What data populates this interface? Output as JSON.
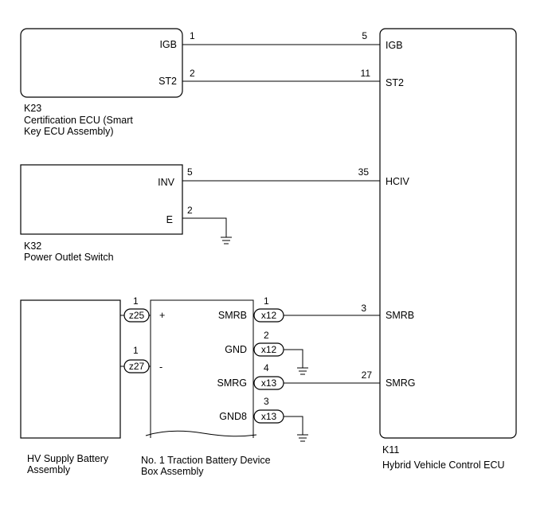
{
  "components": {
    "k23": {
      "code": "K23",
      "name_line1": "Certification ECU (Smart",
      "name_line2": "Key ECU Assembly)",
      "terminals": [
        "IGB",
        "ST2"
      ]
    },
    "k32": {
      "code": "K32",
      "name_line1": "Power Outlet Switch",
      "terminals": [
        "INV",
        "E"
      ]
    },
    "k11": {
      "code": "K11",
      "name_line1": "Hybrid Vehicle Control ECU",
      "terminals": [
        "IGB",
        "ST2",
        "HCIV",
        "SMRB",
        "SMRG"
      ]
    },
    "hv_battery": {
      "name_line1": "HV Supply Battery",
      "name_line2": "Assembly"
    },
    "traction_box": {
      "name_line1": "No. 1 Traction Battery Device",
      "name_line2": "Box Assembly",
      "terminals": [
        "+",
        "-",
        "SMRB",
        "GND",
        "SMRG",
        "GND8"
      ]
    }
  },
  "wires": [
    {
      "from_pin": "1",
      "to_pin": "5"
    },
    {
      "from_pin": "2",
      "to_pin": "11"
    },
    {
      "from_pin": "5",
      "to_pin": "35"
    },
    {
      "from_pin": "2"
    },
    {
      "from_pin": "1",
      "to_pin": "3"
    },
    {
      "from_pin": "2"
    },
    {
      "from_pin": "4",
      "to_pin": "27"
    },
    {
      "from_pin": "3"
    }
  ],
  "hv_pins": [
    "1",
    "1"
  ],
  "connectors": [
    "z25",
    "z27",
    "x12",
    "x12",
    "x13",
    "x13"
  ]
}
